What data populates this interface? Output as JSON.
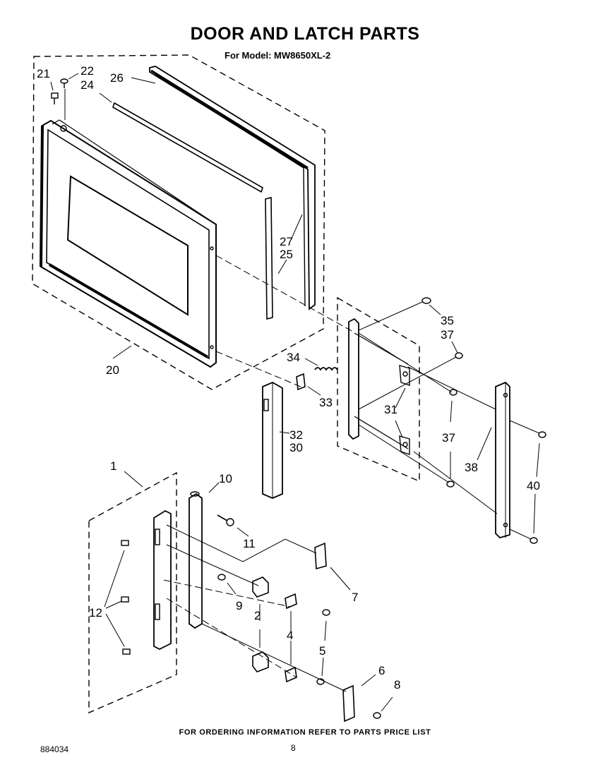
{
  "header": {
    "title": "DOOR AND LATCH PARTS",
    "model_line": "For Model: MW8650XL-2"
  },
  "footer": {
    "ordering_note": "FOR ORDERING INFORMATION REFER TO PARTS PRICE LIST",
    "document_number": "884034",
    "page_number": "8"
  },
  "callouts": {
    "c21": "21",
    "c22": "22",
    "c24": "24",
    "c26": "26",
    "c27": "27",
    "c25": "25",
    "c20": "20",
    "c35": "35",
    "c37a": "37",
    "c34": "34",
    "c33": "33",
    "c31": "31",
    "c32": "32",
    "c30": "30",
    "c37b": "37",
    "c38": "38",
    "c40": "40",
    "c1": "1",
    "c10": "10",
    "c11": "11",
    "c12": "12",
    "c9": "9",
    "c7": "7",
    "c2": "2",
    "c4": "4",
    "c5": "5",
    "c6": "6",
    "c8": "8"
  }
}
